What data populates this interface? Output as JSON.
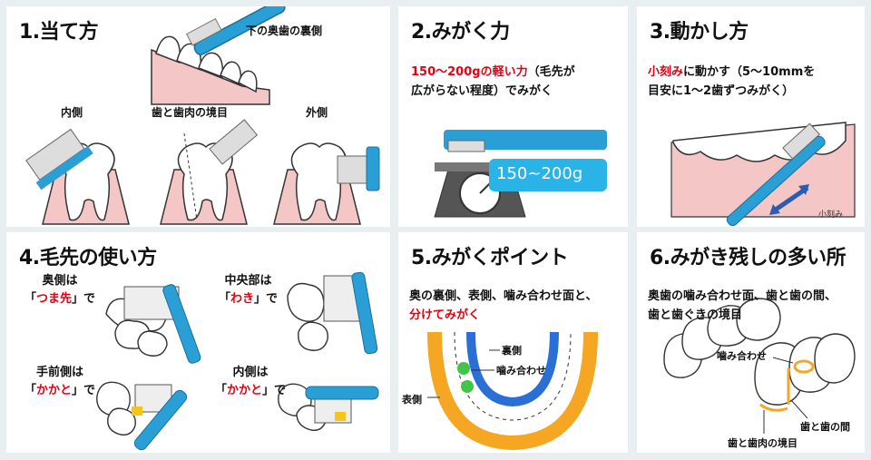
{
  "p1": {
    "title": "1.当て方",
    "labels": {
      "back_inner": "下の奥歯の裏側",
      "inner": "内側",
      "border": "歯と歯肉の境目",
      "outer": "外側"
    }
  },
  "p2": {
    "title": "2.みがく力",
    "line1_red": "150～200gの軽い力",
    "line1_rest": "（毛先が",
    "line2": "広がらない程度）でみがく",
    "weight": "150~200g"
  },
  "p3": {
    "title": "3.動かし方",
    "line1_red": "小刻み",
    "line1_rest": "に動かす（5～10mmを",
    "line2": "目安に1～2歯ずつみがく）",
    "small": "小刻み"
  },
  "p4": {
    "title": "4.毛先の使い方",
    "items": [
      {
        "line1": "奥側は",
        "open": "「",
        "red": "つま先",
        "close": "」で"
      },
      {
        "line1": "中央部は",
        "open": "「",
        "red": "わき",
        "close": "」で"
      },
      {
        "line1": "手前側は",
        "open": "「",
        "red": "かかと",
        "close": "」で"
      },
      {
        "line1": "内側は",
        "open": "「",
        "red": "かかと",
        "close": "」で"
      }
    ]
  },
  "p5": {
    "title": "5.みがくポイント",
    "line1": "奥の裏側、表側、噛み合わせ面と、",
    "line2_red": "分けてみがく",
    "labels": {
      "back": "裏側",
      "bite": "噛み合わせ",
      "front": "表側"
    }
  },
  "p6": {
    "title": "6.みがき残しの多い所",
    "line1": "奥歯の噛み合わせ面、歯と歯の間、",
    "line2": "歯と歯ぐきの境目",
    "labels": {
      "bite": "噛み合わせ",
      "between": "歯と歯の間",
      "gum": "歯と歯肉の境目"
    }
  },
  "colors": {
    "red": "#e60012",
    "blue": "#2a9fd6",
    "gum": "#f4c6c6",
    "orange": "#f5a623",
    "green": "#41c44a",
    "yellow": "#f5c518"
  }
}
